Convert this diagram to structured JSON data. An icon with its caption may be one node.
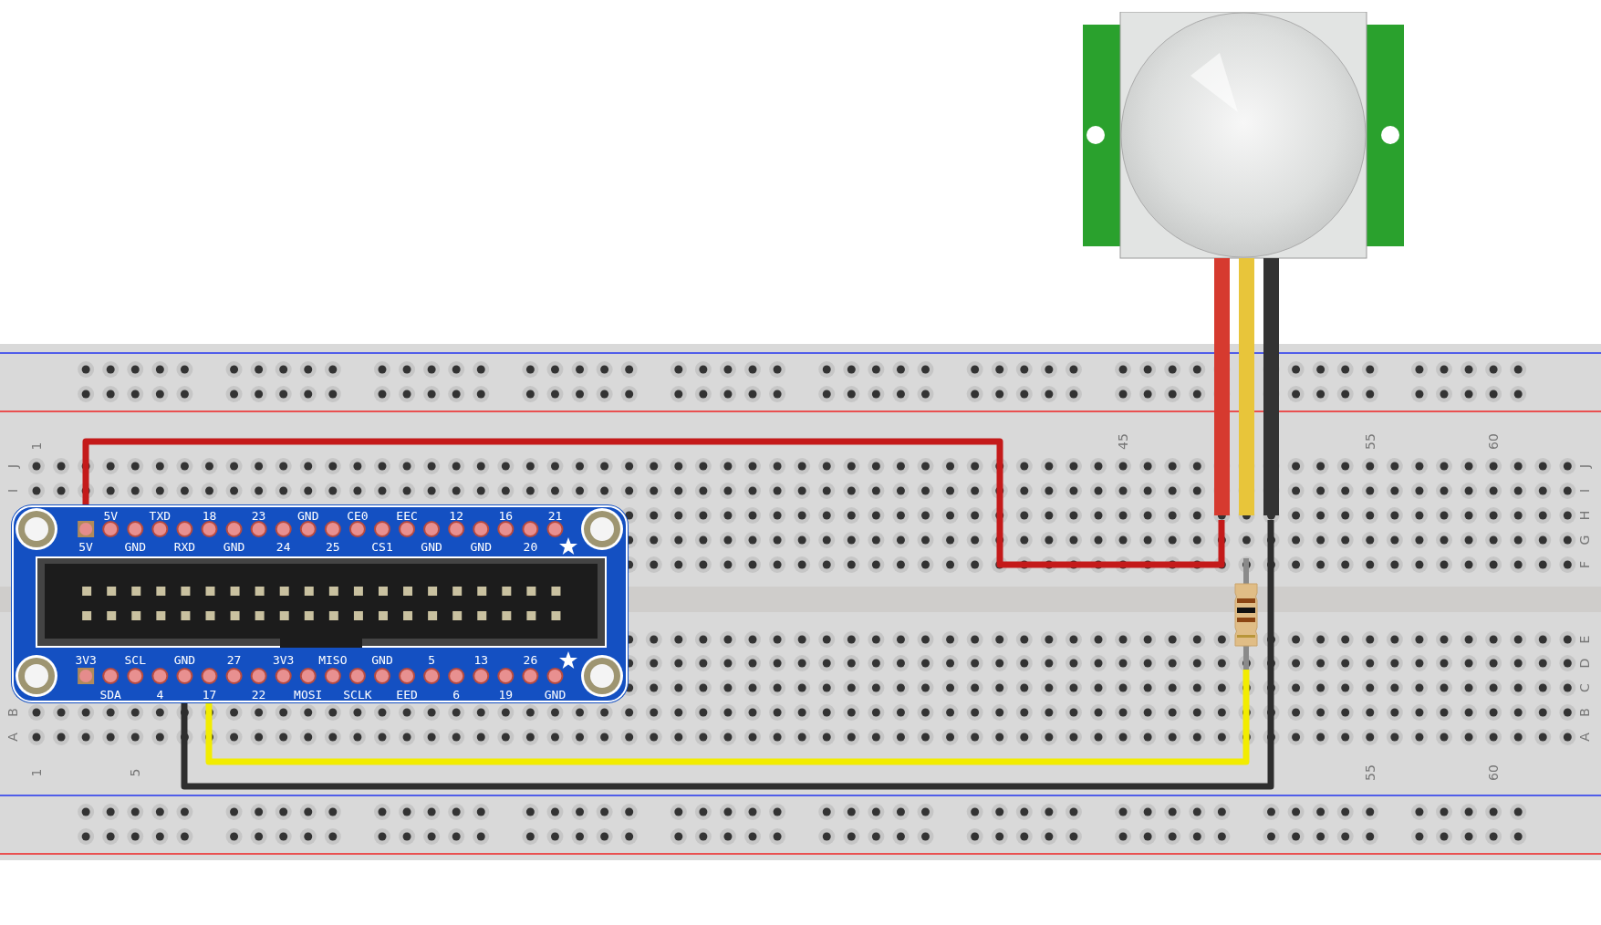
{
  "diagram": {
    "nodes": [
      {
        "text": [],
        "shape": "picture"
      },
      {
        "text": [
          "5V",
          "TXD",
          "18",
          "23",
          "GND",
          "CE0",
          "EEC",
          "12",
          "16",
          "21",
          "5V",
          "GND",
          "RXD",
          "GND",
          "24",
          "25",
          "CS1",
          "GND",
          "GND",
          "20",
          "3V3",
          "SCL",
          "GND",
          "27",
          "3V3",
          "MISO",
          "GND",
          "5",
          "13",
          "26",
          "SDA",
          "4",
          "17",
          "22",
          "MOSI",
          "SCLK",
          "EED",
          "6",
          "19",
          "GND"
        ]
      },
      {
        "text": [],
        "shape": "picture"
      }
    ],
    "edges": [
      {
        "from": 1,
        "to": 0,
        "arrow": "none",
        "color": "#c41a1a"
      },
      {
        "from": 1,
        "to": 2,
        "arrow": "none",
        "color": "#f2ec00"
      },
      {
        "from": 1,
        "to": 0,
        "arrow": "none",
        "color": "#2e2e2e"
      }
    ],
    "labels": [
      "1",
      "45",
      "55",
      "60",
      "J",
      "I",
      "J",
      "I",
      "H",
      "G",
      "F",
      "E",
      "D",
      "C",
      "B",
      "A",
      "B",
      "A",
      "1",
      "5",
      "55",
      "60"
    ]
  }
}
